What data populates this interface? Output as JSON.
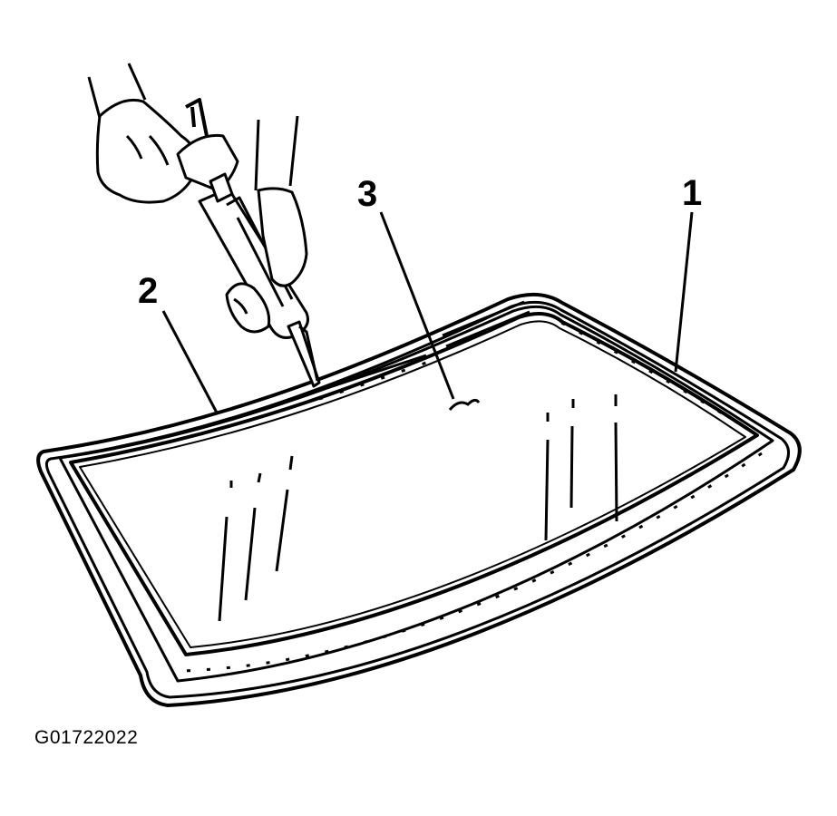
{
  "callouts": [
    {
      "id": "1",
      "label": "1"
    },
    {
      "id": "2",
      "label": "2"
    },
    {
      "id": "3",
      "label": "3"
    }
  ],
  "figure_id": "G01722022",
  "colors": {
    "ink": "#000000",
    "paper": "#ffffff"
  }
}
